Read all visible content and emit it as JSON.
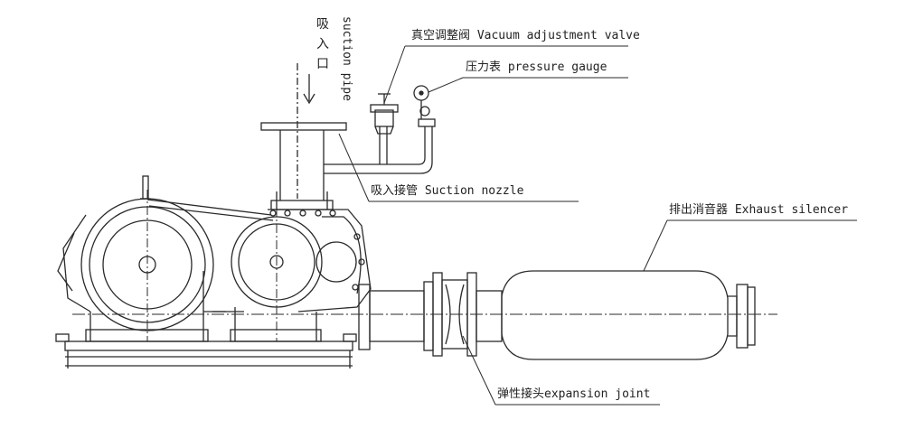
{
  "labels": {
    "vacuum_valve": "真空调整阀 Vacuum adjustment valve",
    "pressure_gauge": "压力表  pressure gauge",
    "suction_nozzle": "吸入接管 Suction nozzle",
    "exhaust_silencer": "排出消音器 Exhaust silencer",
    "expansion_joint": "弹性接头expansion joint",
    "suction_pipe_en": "suction pipe",
    "suction_pipe_cn": "吸入口"
  },
  "colors": {
    "line": "#2a2a2a",
    "background": "#ffffff"
  }
}
